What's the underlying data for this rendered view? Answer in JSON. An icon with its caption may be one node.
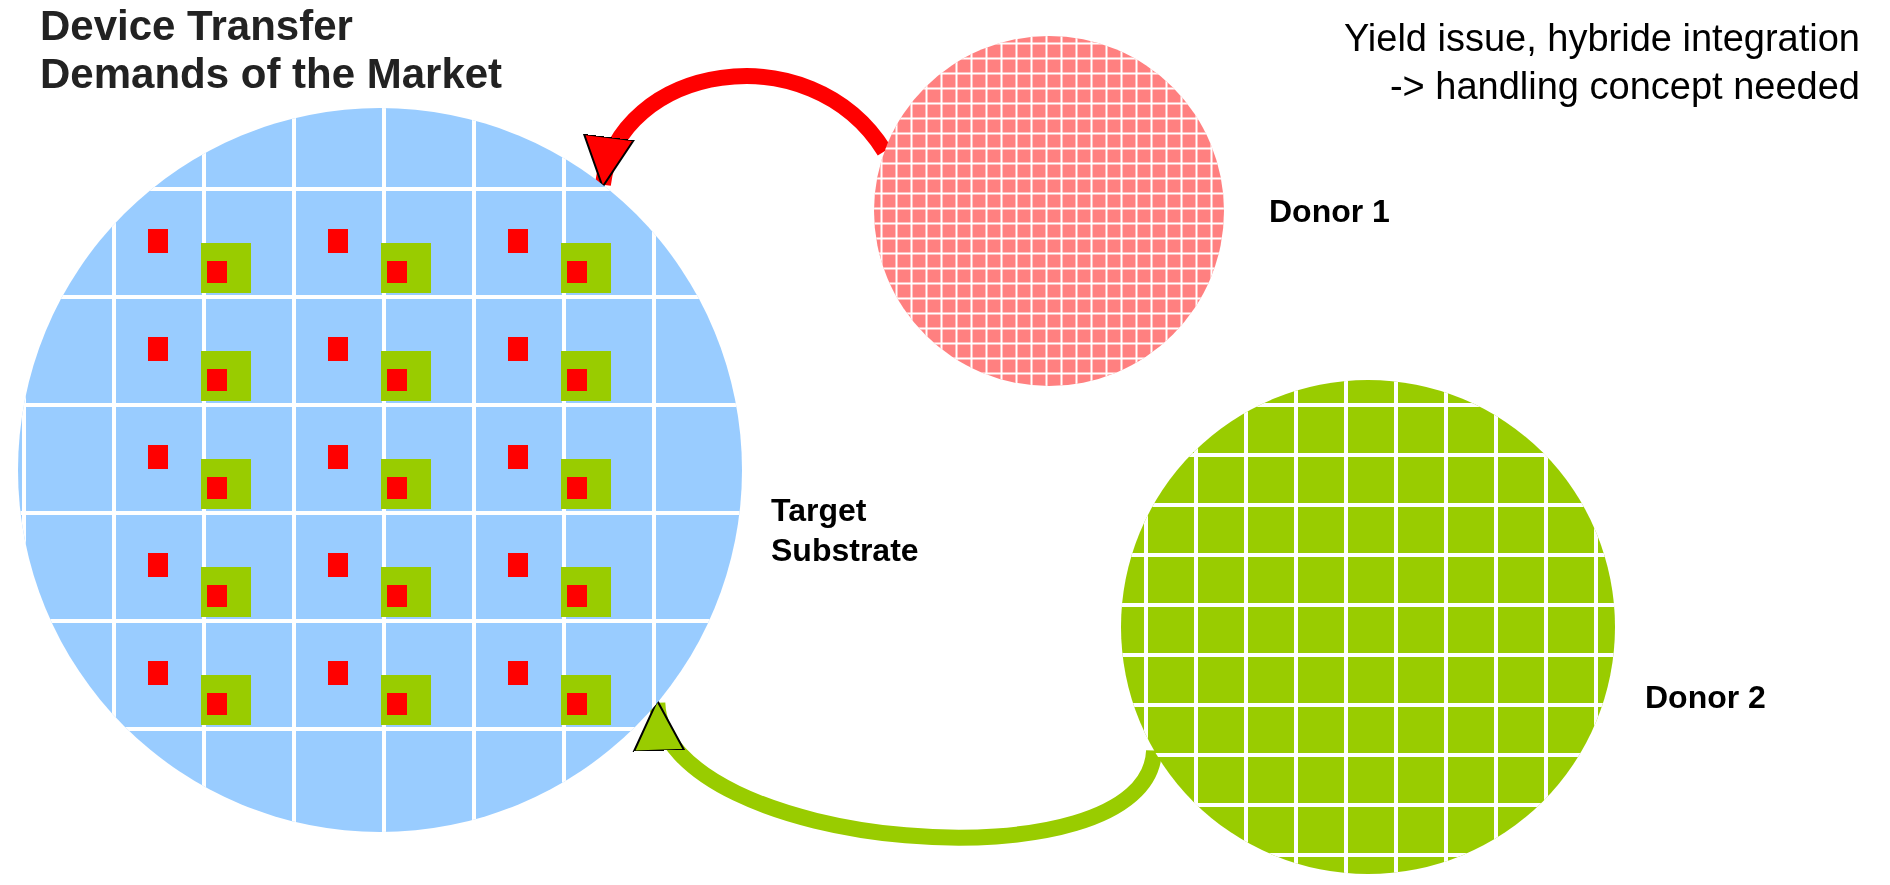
{
  "diagram": {
    "title": "Device Transfer Demands of the Market",
    "nodes": [
      {
        "text": [],
        "shape": "circle",
        "beside": [
          "Target Substrate"
        ]
      },
      {
        "text": [],
        "shape": "circle",
        "beside": [
          "Donor 1"
        ]
      },
      {
        "text": [],
        "shape": "circle",
        "beside": [
          "Donor 2"
        ]
      }
    ],
    "edges": [
      {
        "from": 1,
        "to": 0,
        "arrow": "to",
        "color": "#ff0000"
      },
      {
        "from": 2,
        "to": 0,
        "arrow": "to",
        "color": "#99cc00"
      }
    ],
    "labels": [
      "Yield issue, hybride integration -> handling concept needed"
    ]
  }
}
